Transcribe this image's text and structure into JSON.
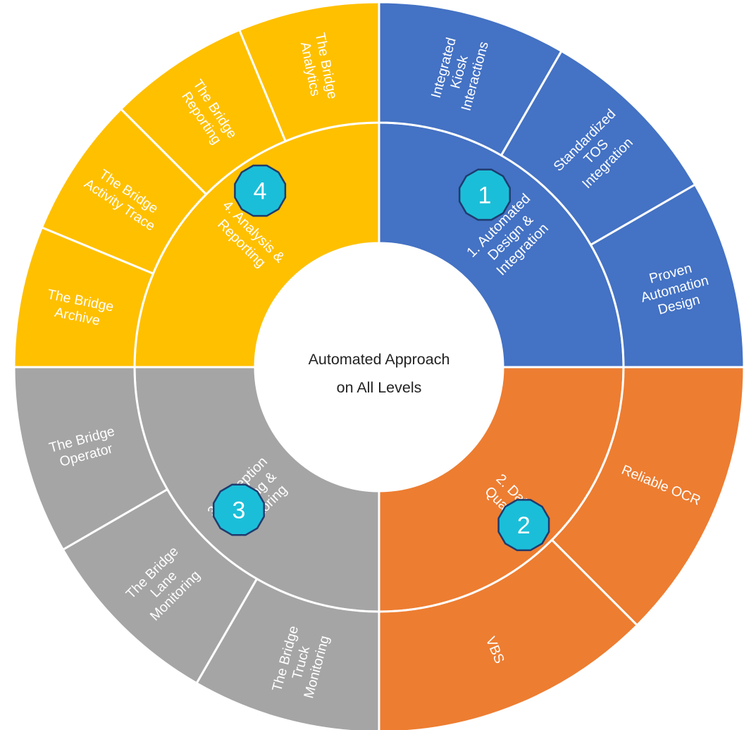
{
  "center": {
    "line1": "Automated Approach",
    "line2": "on All Levels"
  },
  "colors": {
    "blue": "#4472C4",
    "orange": "#ED7D31",
    "gray": "#A5A5A5",
    "gold": "#FFC000",
    "badge": "#1BBED8",
    "badge_border": "#1F3B6E",
    "divider": "#ffffff"
  },
  "quadrants": [
    {
      "id": "q1",
      "color": "#4472C4",
      "badge": "1",
      "inner_lines": [
        "1. Automated",
        "Design &",
        "Integration"
      ],
      "outer": [
        {
          "id": "kiosk",
          "lines": [
            "Integrated",
            "Kiosk",
            "Interactions"
          ]
        },
        {
          "id": "tos",
          "lines": [
            "Standardized",
            "TOS",
            "Integration"
          ]
        },
        {
          "id": "automation",
          "lines": [
            "Proven",
            "Automation",
            "Design"
          ]
        }
      ]
    },
    {
      "id": "q2",
      "color": "#ED7D31",
      "badge": "2",
      "inner_lines": [
        "2. Data",
        "Quality"
      ],
      "outer": [
        {
          "id": "ocr",
          "lines": [
            "Reliable OCR"
          ]
        },
        {
          "id": "vbs",
          "lines": [
            "VBS"
          ]
        }
      ]
    },
    {
      "id": "q3",
      "color": "#A5A5A5",
      "badge": "3",
      "inner_lines": [
        "3. Exception",
        "Handling &",
        "Monitoring"
      ],
      "outer": [
        {
          "id": "truck",
          "lines": [
            "The Bridge",
            "Truck",
            "Monitoring"
          ]
        },
        {
          "id": "lane",
          "lines": [
            "The Bridge",
            "Lane",
            "Monitoring"
          ]
        },
        {
          "id": "operator",
          "lines": [
            "The Bridge",
            "Operator"
          ]
        }
      ]
    },
    {
      "id": "q4",
      "color": "#FFC000",
      "badge": "4",
      "inner_lines": [
        "4. Analysis &",
        "Reporting"
      ],
      "outer": [
        {
          "id": "archive",
          "lines": [
            "The Bridge",
            "Archive"
          ]
        },
        {
          "id": "activity",
          "lines": [
            "The Bridge",
            "Activity Trace"
          ]
        },
        {
          "id": "reporting",
          "lines": [
            "The Bridge",
            "Reporting"
          ]
        },
        {
          "id": "analytics",
          "lines": [
            "The Bridge",
            "Analytics"
          ]
        }
      ]
    }
  ]
}
